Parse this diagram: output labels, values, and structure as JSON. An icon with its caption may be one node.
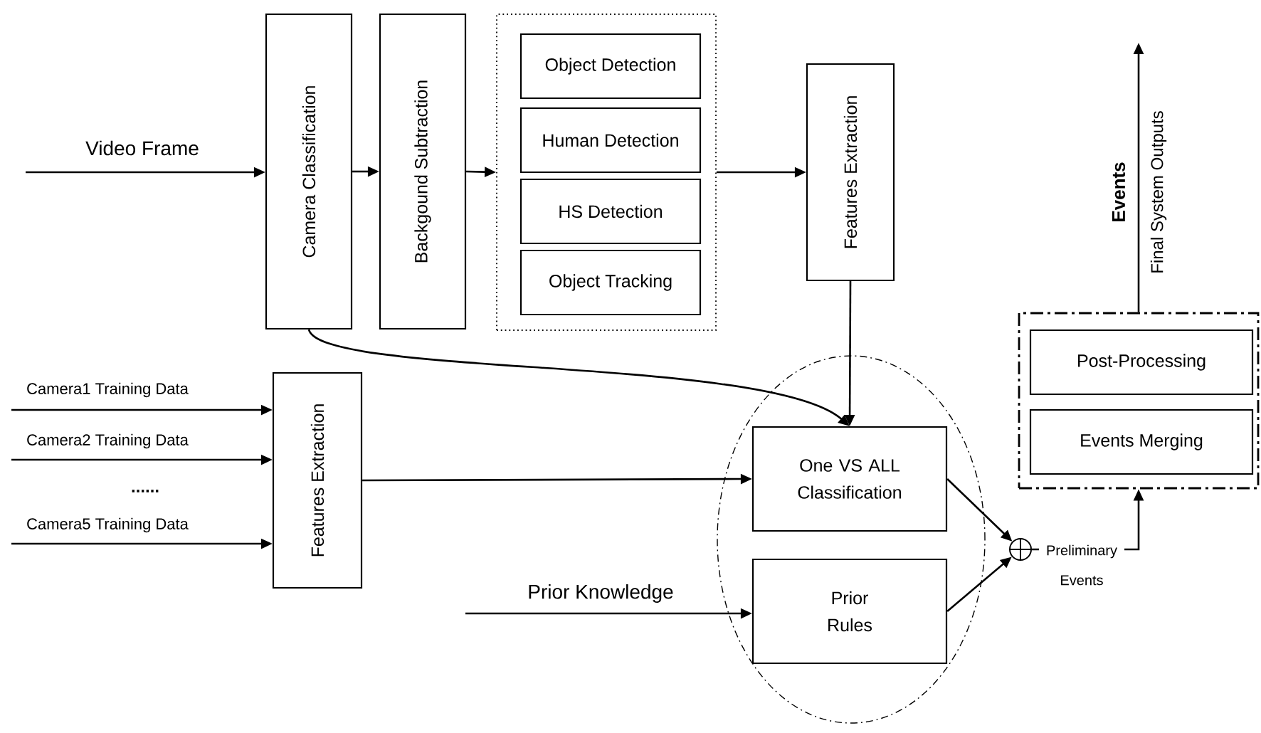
{
  "diagram": {
    "nodes": [
      {
        "text": [
          "Camera Classification"
        ]
      },
      {
        "text": [
          "Backgound Subtraction"
        ]
      },
      {
        "text": [],
        "shape": "box"
      },
      {
        "text": [
          "Object Detection"
        ],
        "in": 2
      },
      {
        "text": [
          "Human Detection"
        ],
        "in": 2
      },
      {
        "text": [
          "HS Detection"
        ],
        "in": 2
      },
      {
        "text": [
          "Object Tracking"
        ],
        "in": 2
      },
      {
        "text": [
          "Features Extraction"
        ]
      },
      {
        "text": [
          "Features Extraction"
        ]
      },
      {
        "text": [],
        "shape": "ellipse"
      },
      {
        "text": [
          "One VS ALL Classification"
        ],
        "in": 9
      },
      {
        "text": [
          "Prior Rules"
        ],
        "in": 9
      },
      {
        "text": [],
        "shape": "circle"
      },
      {
        "text": [],
        "shape": "box"
      },
      {
        "text": [
          "Post-Processing"
        ],
        "in": 13
      },
      {
        "text": [
          "Events Merging"
        ],
        "in": 13
      }
    ],
    "edges": [
      {
        "from": null,
        "to": 0,
        "arrow": "to",
        "label": "Video Frame"
      },
      {
        "from": 0,
        "to": 1,
        "arrow": "to"
      },
      {
        "from": 1,
        "to": 2,
        "arrow": "to"
      },
      {
        "from": 2,
        "to": 7,
        "arrow": "to"
      },
      {
        "from": 7,
        "to": 10,
        "arrow": "to"
      },
      {
        "from": 0,
        "to": 10,
        "arrow": "to"
      },
      {
        "from": null,
        "to": 8,
        "arrow": "to",
        "label": "Camera1 Training Data"
      },
      {
        "from": null,
        "to": 8,
        "arrow": "to",
        "label": "Camera2 Training Data"
      },
      {
        "from": null,
        "to": 8,
        "arrow": "to",
        "label": "Camera5 Training Data"
      },
      {
        "from": 8,
        "to": 10,
        "arrow": "to"
      },
      {
        "from": null,
        "to": 11,
        "arrow": "to",
        "label": "Prior Knowledge"
      },
      {
        "from": 10,
        "to": 12,
        "arrow": "to"
      },
      {
        "from": 11,
        "to": 12,
        "arrow": "to"
      },
      {
        "from": 12,
        "to": 13,
        "arrow": "to",
        "label": "Preliminary Events"
      },
      {
        "from": 13,
        "to": null,
        "arrow": "to",
        "label": "Final System Outputs"
      }
    ],
    "labels": [
      "......",
      "Events"
    ]
  }
}
